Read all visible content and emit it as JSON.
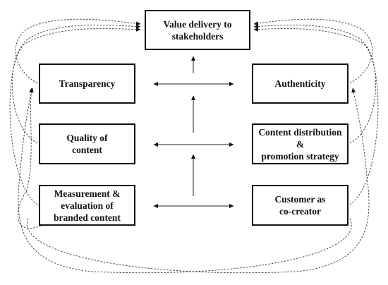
{
  "diagram": {
    "nodes": {
      "value_delivery": "Value delivery to\nstakeholders",
      "transparency": "Transparency",
      "authenticity": "Authenticity",
      "quality_of_content": "Quality of\ncontent",
      "content_distribution": "Content distribution\n&\npromotion strategy",
      "measurement": "Measurement &\nevaluation of\nbranded content",
      "customer_co_creator": "Customer as\nco-creator"
    },
    "edges": [
      {
        "from": "transparency",
        "to": "authenticity",
        "style": "solid",
        "direction": "both"
      },
      {
        "from": "quality_of_content",
        "to": "content_distribution",
        "style": "solid",
        "direction": "both"
      },
      {
        "from": "measurement",
        "to": "customer_co_creator",
        "style": "solid",
        "direction": "both"
      },
      {
        "from": "center",
        "to": "value_delivery",
        "style": "solid",
        "direction": "up"
      },
      {
        "from": "transparency",
        "to": "value_delivery",
        "style": "dashed"
      },
      {
        "from": "quality_of_content",
        "to": "value_delivery",
        "style": "dashed"
      },
      {
        "from": "measurement",
        "to": "value_delivery",
        "style": "dashed"
      },
      {
        "from": "authenticity",
        "to": "value_delivery",
        "style": "dashed"
      },
      {
        "from": "content_distribution",
        "to": "value_delivery",
        "style": "dashed"
      },
      {
        "from": "customer_co_creator",
        "to": "value_delivery",
        "style": "dashed"
      }
    ],
    "colors": {
      "stroke": "#111111",
      "background": "#ffffff"
    }
  }
}
